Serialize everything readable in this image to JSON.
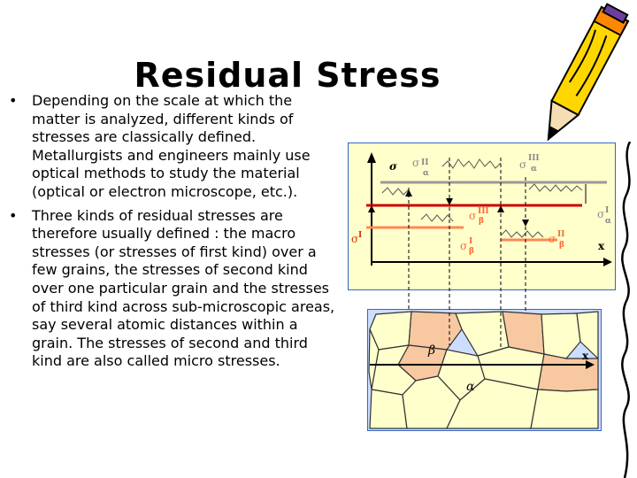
{
  "title": "Residual Stress",
  "bullets": [
    "Depending on the scale at which the matter is analyzed, different kinds of stresses are classically defined. Metallurgists and engineers mainly use optical methods to study the material (optical or electron microscope, etc.).",
    "Three kinds of residual stresses are therefore usually defined : the macro stresses (or stresses of first kind) over a few grains, the stresses of second kind over one particular grain and the stresses of third kind across sub-microscopic areas, say several atomic distances within a grain. The stresses of second and third kind are also called micro stresses."
  ],
  "bullet_symbol": "•",
  "diagram": {
    "sigma": "σ",
    "axis_x": "x",
    "sup_I": "I",
    "sup_II": "II",
    "sup_III": "III",
    "sub_alpha": "α",
    "sub_beta": "β",
    "grain_beta": "β",
    "grain_alpha": "α",
    "micro_x": "x"
  },
  "colors": {
    "top_panel_bg": "#ffffcc",
    "bottom_panel_bg": "#ccddff",
    "beta_grain": "#f8c8a0",
    "alpha_grain": "#ffffcc",
    "macro_line": "#cc0000",
    "beta_line": "#ff8855",
    "alpha_line": "#999999",
    "pencil_body": "#ffd700"
  }
}
